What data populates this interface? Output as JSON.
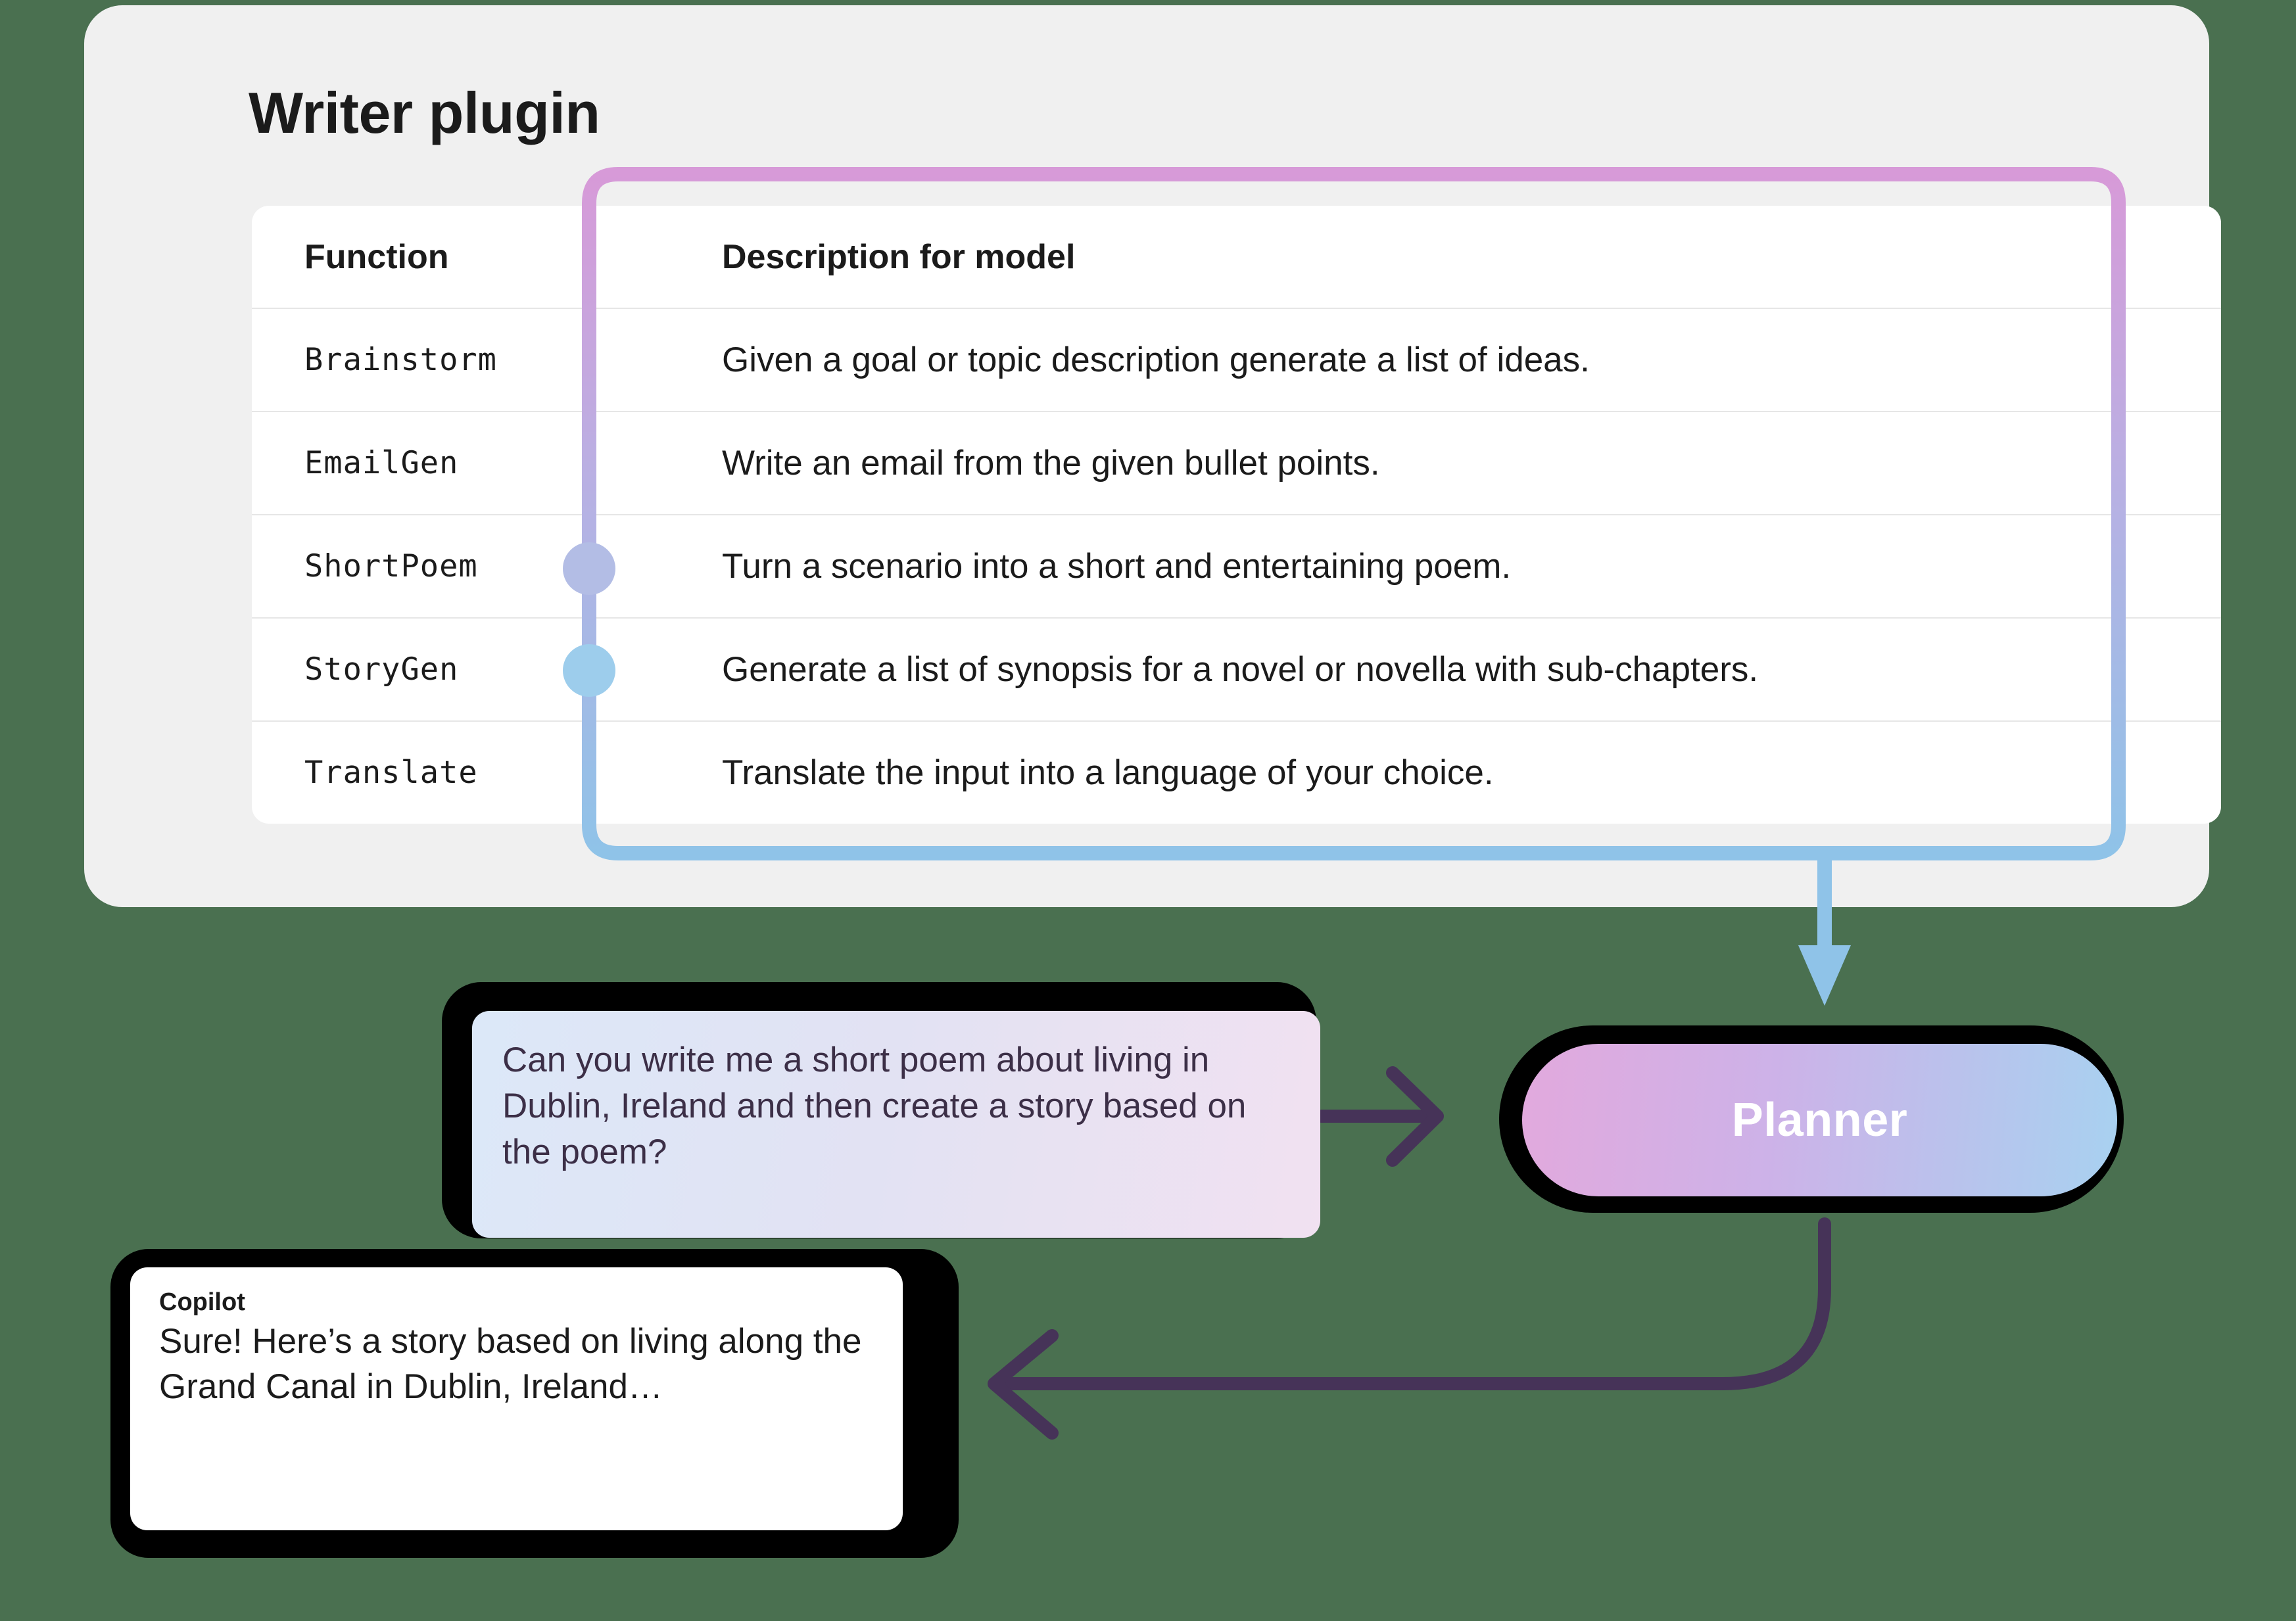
{
  "background_color": "#4a7050",
  "plugin_card": {
    "title": "Writer plugin",
    "table": {
      "headers": [
        "Function",
        "Description for model"
      ],
      "rows": [
        {
          "function": "Brainstorm",
          "description": "Given a goal or topic description generate a list of ideas."
        },
        {
          "function": "EmailGen",
          "description": "Write an email from the given bullet points."
        },
        {
          "function": "ShortPoem",
          "description": "Turn a scenario into a short and entertaining poem."
        },
        {
          "function": "StoryGen",
          "description": "Generate a list of synopsis for a novel or novella with sub-chapters."
        },
        {
          "function": "Translate",
          "description": "Translate the input into a language of your choice."
        }
      ]
    }
  },
  "connector": {
    "gradient_start": "#d79ad8",
    "gradient_end": "#8fc3e8",
    "markers": [
      {
        "row": "ShortPoem",
        "color": "#b3bde5"
      },
      {
        "row": "StoryGen",
        "color": "#9dcdec"
      }
    ]
  },
  "user_message": {
    "text": "Can you write me a short poem about living in Dublin, Ireland and then create a story based on the poem?",
    "gradient_start": "#dce8f8",
    "gradient_end": "#f1e1f1"
  },
  "planner": {
    "label": "Planner",
    "gradient_start": "#e2a9dd",
    "gradient_end": "#a8d1f0"
  },
  "copilot_message": {
    "sender": "Copilot",
    "text": "Sure! Here’s a story based on living along the Grand Canal in Dublin, Ireland…"
  },
  "arrows": {
    "color": "#463358",
    "request_arrow": "user-to-planner",
    "response_arrow": "planner-to-copilot",
    "plugin_arrow_color": "#8fc3e8"
  }
}
